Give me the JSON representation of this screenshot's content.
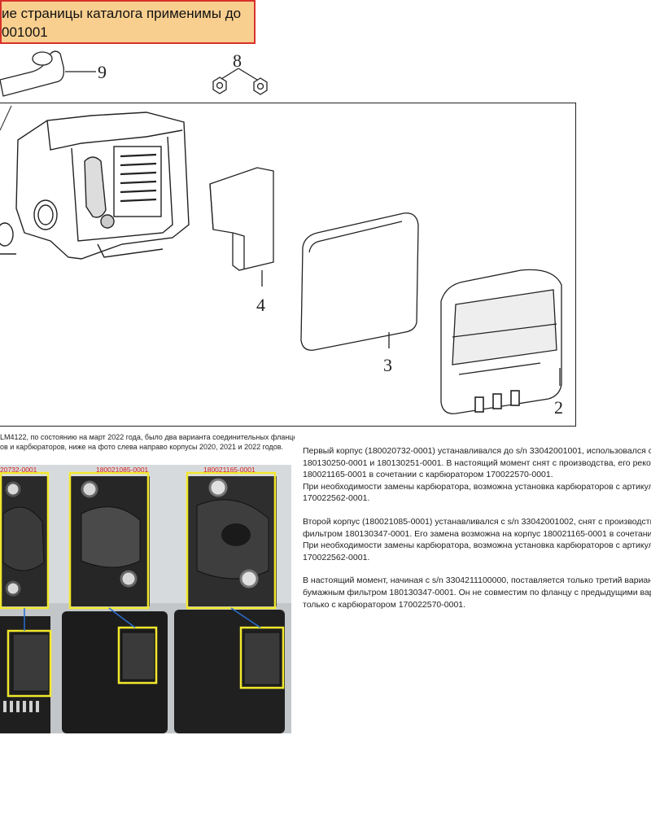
{
  "banner": {
    "line1": "ие страницы каталога применимы до",
    "line2": "001001"
  },
  "callouts": {
    "n9": "9",
    "n8": "8",
    "n4": "4",
    "n3": "3",
    "n2": "2"
  },
  "caption": {
    "line1": "LM4122, по состоянию на март 2022 года, было два варианта соединительных фланцев корпусов",
    "line2": "ов и карбюраторов, ниже на фото слева направо корпусы 2020, 2021 и 2022 годов."
  },
  "photo_labels": [
    "20732-0001",
    "180021085-0001",
    "180021165-0001"
  ],
  "description": {
    "p1": [
      "Первый корпус (180020732-0001) устанавливался до s/n 33042001001, использовался с порол",
      "180130250-0001 и 180130251-0001. В настоящий момент снят с производства, его рекомендуетс",
      "180021165-0001 в сочетании с карбюратором 170022570-0001.",
      "При необходимости замены карбюратора, возможна установка карбюраторов с артикулами",
      "170022562-0001."
    ],
    "p2": [
      "Второй корпус (180021085-0001) устанавливался с s/n 33042001002, снят с производства, исполь",
      "фильтром 180130347-0001. Его замена возможна на корпус 180021165-0001 в сочетании с карбюрато",
      "При необходимости замены карбюратора, возможна установка карбюраторов с артикулами",
      "170022562-0001."
    ],
    "p3": [
      "В настоящий момент, начиная с s/n 3304211100000, поставляется только третий вариант корпус",
      "бумажным фильтром 180130347-0001. Он не совместим по фланцу с предыдущими вариантами и до",
      "только с карбюратором 170022570-0001."
    ]
  },
  "colors": {
    "banner_bg": "#f9cf8f",
    "banner_border": "#d8312b",
    "label_red": "#d42020",
    "highlight_yellow": "#f2e82c"
  }
}
